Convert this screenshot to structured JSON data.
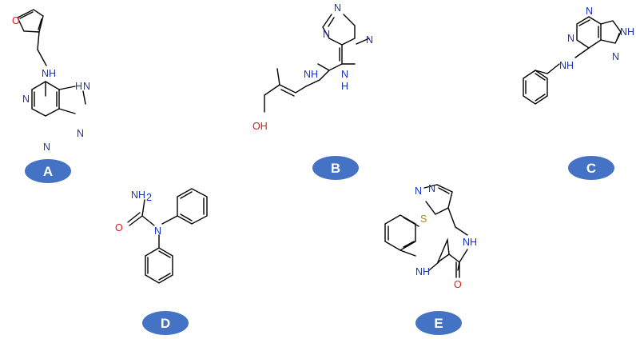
{
  "compounds": [
    {
      "label": "A"
    },
    {
      "label": "B"
    },
    {
      "label": "C"
    },
    {
      "label": "D"
    },
    {
      "label": "E"
    }
  ],
  "atoms": {
    "A": {
      "O": "O",
      "NH": "NH",
      "N1": "N",
      "N3": "N",
      "N7": "N",
      "N9H": "H",
      "N9": "N"
    },
    "B": {
      "N7": "N",
      "N9": "N",
      "N1H": "N",
      "H": "H",
      "N3": "N",
      "NH": "NH",
      "OH": "OH"
    },
    "C": {
      "N1": "N",
      "N3": "N",
      "NH9": "NH",
      "N7": "N",
      "NH": "NH"
    },
    "D": {
      "NH2": "NH",
      "sub2": "2",
      "O": "O",
      "N": "N"
    },
    "E": {
      "N1": "N",
      "N2": "N",
      "S": "S",
      "NH1": "NH",
      "NH2": "NH",
      "O": "O"
    }
  },
  "colors": {
    "nitrogen": "#1a34c8",
    "oxygen": "#e8161b",
    "sulfur": "#b08a13",
    "badge": "#4472c4",
    "bond": "#000000"
  }
}
